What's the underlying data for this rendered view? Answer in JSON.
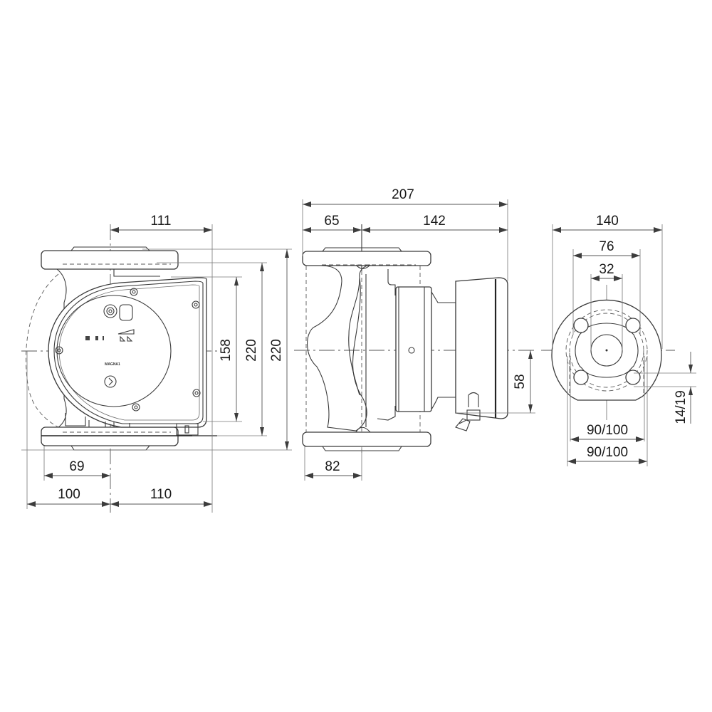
{
  "drawing": {
    "subject": "circulator pump dimensional drawing",
    "units": "mm",
    "line_color": "#3a3a3a",
    "background": "#ffffff"
  },
  "front_view": {
    "brand_label": "MAGNA1",
    "control_icons": [
      "speed-bar-icon",
      "speed-bar-icon",
      "speed-bar-icon",
      "ramp-icon",
      "constant-pressure-icon",
      "proportional-pressure-icon"
    ],
    "dimensions": {
      "top_width": "111",
      "height_control_box": "158",
      "height_inner": "220",
      "height_outer": "220",
      "bottom_left_inner": "69",
      "bottom_left": "100",
      "bottom_right": "110"
    }
  },
  "side_view": {
    "dimensions": {
      "overall_length": "207",
      "flange_to_axis": "65",
      "axis_to_end": "142",
      "terminal_box_offset": "58",
      "flange_half": "82"
    }
  },
  "flange_view": {
    "dimensions": {
      "flange_diameter": "140",
      "raised_face": "76",
      "bore": "32",
      "bolt_circle_inner": "90/100",
      "bolt_circle_outer": "90/100",
      "bolt_hole": "14/19"
    }
  }
}
